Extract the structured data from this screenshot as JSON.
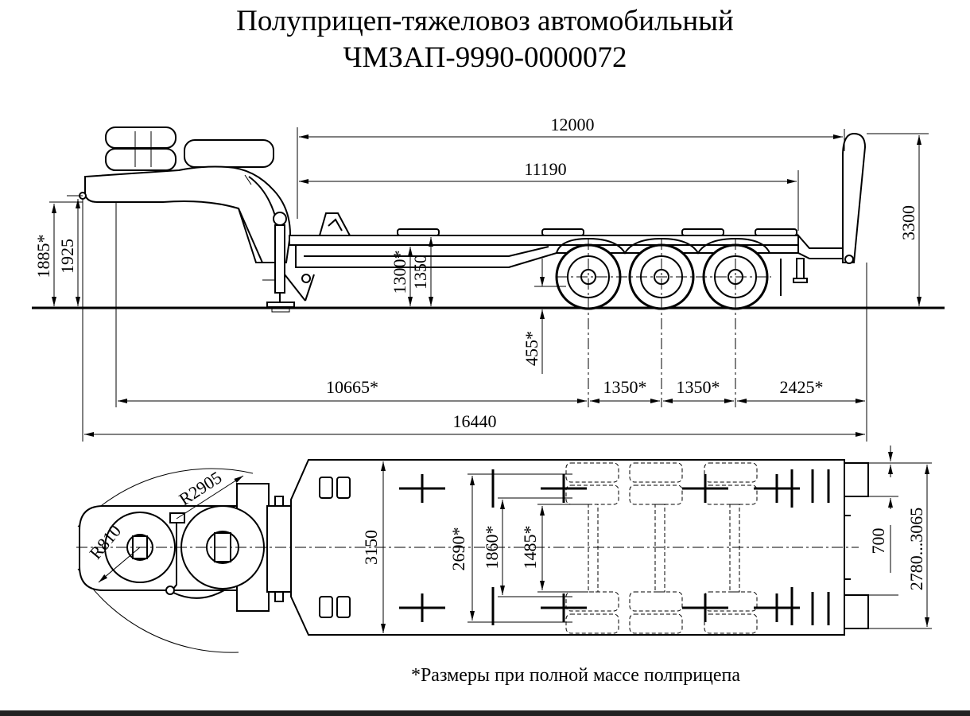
{
  "title": {
    "line1": "Полуприцеп-тяжеловоз автомобильный",
    "line2": "ЧМЗАП-9990-0000072"
  },
  "side_view": {
    "dims": {
      "platform_length": "12000",
      "deck_length": "11190",
      "overall_height": "3300",
      "coupling_height_loaded": "1885*",
      "coupling_height": "1925",
      "deck_height_loaded": "1300*",
      "deck_height": "1350",
      "ground_clearance": "455*",
      "kingpin_to_axle": "10665*",
      "axle_spacing_1": "1350*",
      "axle_spacing_2": "1350*",
      "rear_overhang": "2425*",
      "overall_length": "16440"
    }
  },
  "top_view": {
    "dims": {
      "radius_front": "R810",
      "radius_swing": "R2905",
      "overall_width": "3150",
      "track_outer": "2690*",
      "track_mid": "1860*",
      "track_inner": "1485*",
      "ramp_gap": "700",
      "ramp_width": "2780...3065"
    }
  },
  "footnote": "*Размеры при полной массе полприцепа"
}
